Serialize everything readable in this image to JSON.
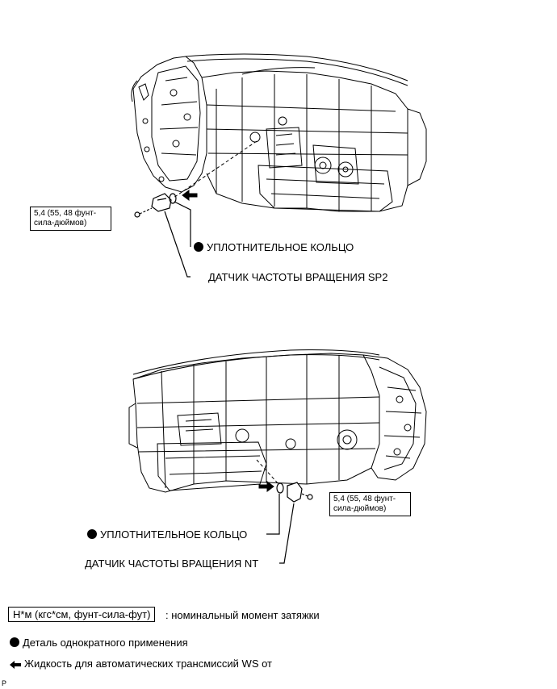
{
  "top_view": {
    "torque_label": "5,4 (55, 48 фунт-сила-дюймов)",
    "o_ring_label": "УПЛОТНИТЕЛЬНОЕ КОЛЬЦО",
    "sensor_label": "ДАТЧИК ЧАСТОТЫ ВРАЩЕНИЯ SP2"
  },
  "bottom_view": {
    "torque_label": "5,4 (55, 48 фунт-сила-дюймов)",
    "o_ring_label": "УПЛОТНИТЕЛЬНОЕ КОЛЬЦО",
    "sensor_label": "ДАТЧИК ЧАСТОТЫ ВРАЩЕНИЯ NT"
  },
  "legend": {
    "torque_unit": "Н*м (кгс*см, фунт-сила-фут)",
    "torque_desc": ": номинальный момент затяжки",
    "single_use": "Деталь однократного применения",
    "fluid": "Жидкость для автоматических трансмиссий WS от"
  },
  "corner_mark": "P"
}
